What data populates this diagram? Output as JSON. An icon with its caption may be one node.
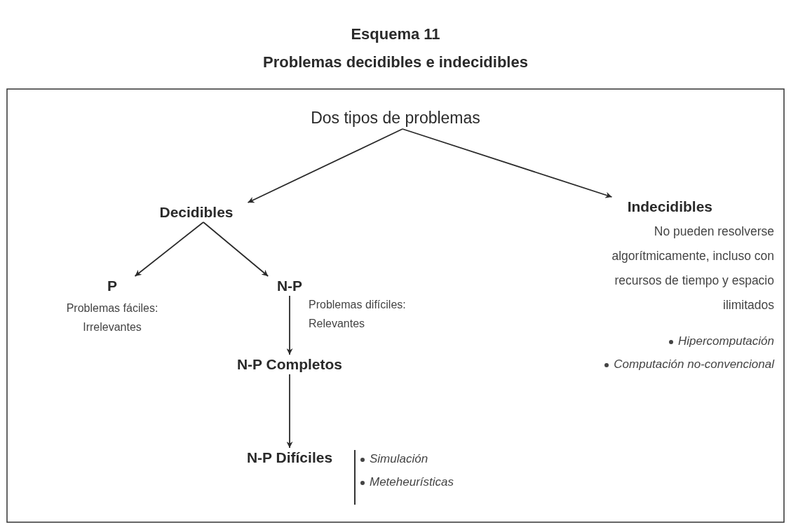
{
  "diagram": {
    "title": "Esquema 11",
    "nodes": [
      {
        "text": [
          "Dos tipos de problemas"
        ]
      },
      {
        "text": [
          "Decidibles"
        ]
      },
      {
        "text": [
          "Indecidibles",
          "No pueden resolverse algorítmicamente, incluso con recursos de tiempo y espacio ilimitados"
        ],
        "beside": [
          "Hipercomputación",
          "Computación no-convencional"
        ]
      },
      {
        "text": [
          "P",
          "Problemas fáciles: Irrelevantes"
        ]
      },
      {
        "text": [
          "N-P"
        ],
        "beside": [
          "Problemas difíciles: Relevantes"
        ]
      },
      {
        "text": [
          "N-P Completos"
        ]
      },
      {
        "text": [
          "N-P Difíciles"
        ],
        "beside": [
          "Simulación",
          "Meteheurísticas"
        ]
      }
    ],
    "edges": [
      {
        "from": 0,
        "to": 1,
        "arrow": "to"
      },
      {
        "from": 0,
        "to": 2,
        "arrow": "to"
      },
      {
        "from": 1,
        "to": 3,
        "arrow": "to"
      },
      {
        "from": 1,
        "to": 4,
        "arrow": "to"
      },
      {
        "from": 4,
        "to": 5,
        "arrow": "to"
      },
      {
        "from": 5,
        "to": 6,
        "arrow": "to"
      }
    ],
    "labels": [
      "Problemas decidibles e indecidibles"
    ]
  }
}
